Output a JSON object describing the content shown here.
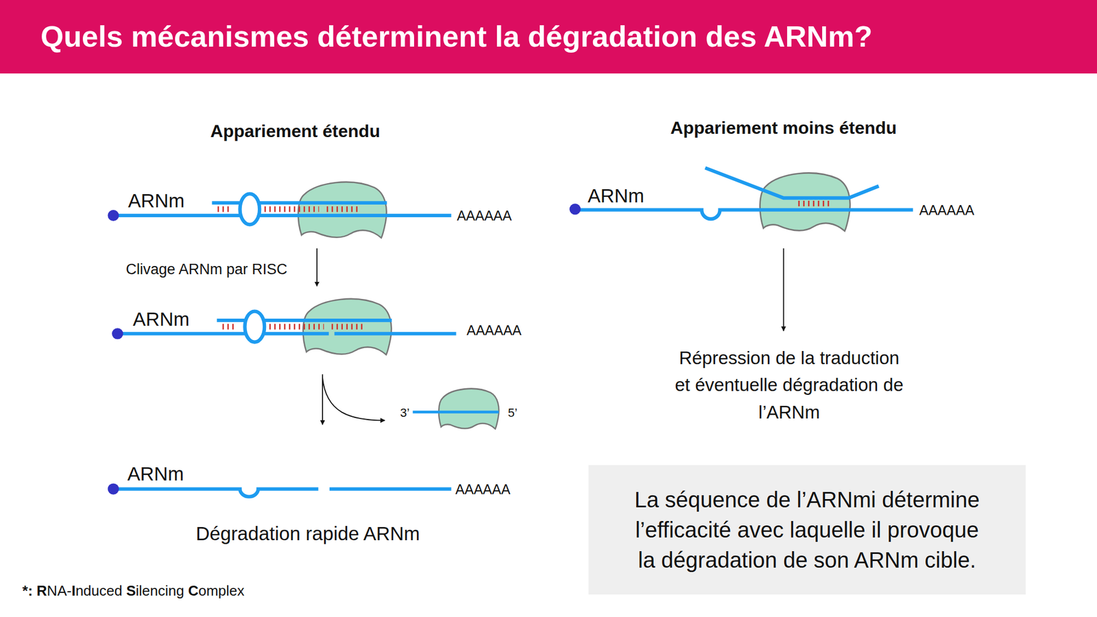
{
  "diagram": {
    "title": "Quels mécanismes déterminent la dégradation des ARNm?",
    "nodes": [
      {
        "text": [
          "La séquence de l’ARNmi détermine l’efficacité avec laquelle il provoque la dégradation de son ARNm cible."
        ]
      }
    ],
    "labels": [
      "Appariement étendu",
      "ARNm",
      "AAAAAA",
      "Clivage ARNm par RISC",
      "ARNm",
      "AAAAAA",
      "3’",
      "5’",
      "ARNm",
      "AAAAAA",
      "Dégradation rapide ARNm",
      "Appariement moins étendu",
      "ARNm",
      "AAAAAA",
      "Répression de la traduction et éventuelle dégradation de l’ARNm",
      "*: RNA-Induced Silencing Complex"
    ]
  }
}
